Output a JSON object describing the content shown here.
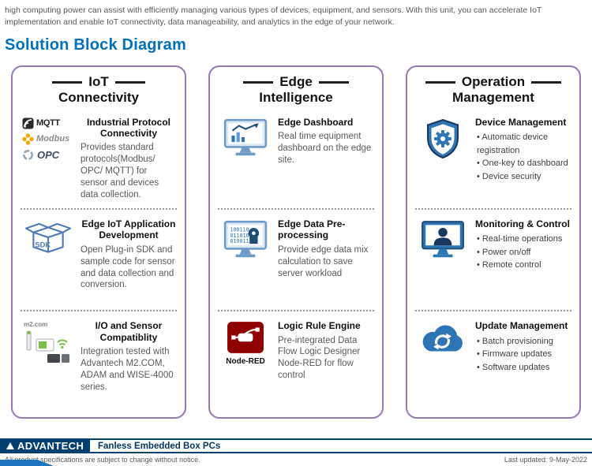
{
  "page": {
    "intro": "high computing power can assist with efficiently managing various types of devices, equipment, and sensors. With this unit, you can accelerate IoT implementation and enable IoT connectivity, data manageability, and analytics in the edge of your network.",
    "section_title": "Solution Block Diagram"
  },
  "columns": [
    {
      "title_line1": "IoT",
      "title_line2": "Connectivity",
      "items": [
        {
          "icon": "protocol-logos",
          "logos": [
            "MQTT",
            "Modbus",
            "OPC"
          ],
          "title": "Industrial Protocol Connectivity",
          "description": "Provides standard protocols(Modbus/ OPC/ MQTT) for sensor and devices data collection."
        },
        {
          "icon": "sdk-box",
          "icon_label": "SDK",
          "title": "Edge IoT Application Development",
          "description": "Open Plug-in SDK and sample code for sensor and data collection and conversion."
        },
        {
          "icon": "m2com-devices",
          "icon_label": "m2.com",
          "title": "I/O and Sensor Compatiblity",
          "description": "Integration tested with Advantech M2.COM, ADAM and WISE-4000 series."
        }
      ]
    },
    {
      "title_line1": "Edge",
      "title_line2": "Intelligence",
      "items": [
        {
          "icon": "dashboard-monitor",
          "title": "Edge Dashboard",
          "description": "Real time equipment dashboard on the edge site."
        },
        {
          "icon": "data-preprocess-monitor",
          "binary": [
            "100110",
            "011010",
            "010011"
          ],
          "title": "Edge Data Pre-processing",
          "description": "Provide edge data mix calculation to save server workload"
        },
        {
          "icon": "node-red",
          "icon_label": "Node-RED",
          "title": "Logic Rule Engine",
          "description": "Pre-integrated Data Flow Logic Designer Node-RED for flow control"
        }
      ]
    },
    {
      "title_line1": "Operation",
      "title_line2": "Management",
      "items": [
        {
          "icon": "shield-gear",
          "title": "Device Management",
          "bullets": [
            "Automatic device registration",
            "One-key to dashboard",
            "Device security"
          ]
        },
        {
          "icon": "monitor-person",
          "title": "Monitoring & Control",
          "bullets": [
            "Real-time operations",
            "Power on/off",
            "Remote control"
          ]
        },
        {
          "icon": "cloud-sync",
          "title": "Update Management",
          "bullets": [
            "Batch provisioning",
            "Firmware updates",
            "Software updates"
          ]
        }
      ]
    }
  ],
  "footer": {
    "logo": "ADVANTECH",
    "product_line": "Fanless Embedded Box PCs",
    "disclaimer": "All product specifications are subject to change without notice.",
    "last_updated": "Last updated: 9-May-2022"
  },
  "colors": {
    "accent_blue": "#0071bc",
    "border_purple": "#9678b6",
    "icon_blue": "#2e75b6",
    "icon_dark_blue": "#1f4e79",
    "node_red": "#8f0000",
    "footer_navy": "#004071"
  }
}
